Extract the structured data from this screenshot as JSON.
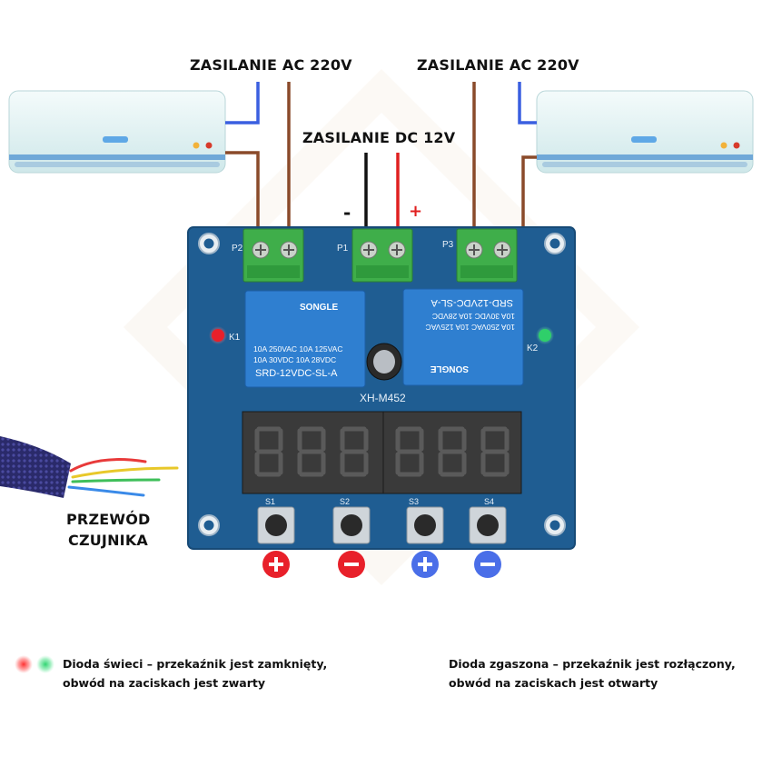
{
  "labels": {
    "ac_left": "ZASILANIE AC 220V",
    "ac_right": "ZASILANIE AC 220V",
    "dc": "ZASILANIE DC 12V",
    "dc_minus": "-",
    "dc_plus": "+",
    "sensor_line1": "PRZEWÓD",
    "sensor_line2": "CZUJNIKA"
  },
  "board": {
    "model": "XH-M452",
    "terminals": [
      "P2",
      "P1",
      "P3"
    ],
    "leds": [
      "K1",
      "K2"
    ],
    "buttons": [
      "S1",
      "S2",
      "S3",
      "S4"
    ],
    "relay_left": {
      "brand": "SONGLE",
      "rating_1": "10A 250VAC  10A 125VAC",
      "rating_2": "10A  30VDC  10A  28VDC",
      "model": "SRD-12VDC-SL-A"
    },
    "relay_right": {
      "brand": "SONGLE",
      "rating_1": "10A 250VAC  10A 125VAC",
      "rating_2": "10A  30VDC  10A  28VDC",
      "model": "SRD-12VDC-SL-A"
    }
  },
  "buttons_legend": [
    {
      "symbol": "plus",
      "color": "#e8202a"
    },
    {
      "symbol": "minus",
      "color": "#e8202a"
    },
    {
      "symbol": "plus",
      "color": "#4a6ee8"
    },
    {
      "symbol": "minus",
      "color": "#4a6ee8"
    }
  ],
  "legend": {
    "on_line1": "Dioda świeci – przekaźnik jest zamknięty,",
    "on_line2": "obwód na zaciskach jest zwarty",
    "off_line1": "Dioda zgaszona – przekaźnik jest rozłączony,",
    "off_line2": "obwód na zaciskach jest otwarty"
  },
  "colors": {
    "board": "#1f5d92",
    "terminal": "#3fae4a",
    "wire_brown": "#8a4a2a",
    "wire_blue": "#3a5fe0",
    "wire_red": "#e02020",
    "wire_black": "#111111",
    "led_red": "#e8202a",
    "led_green": "#2fcf6a"
  }
}
